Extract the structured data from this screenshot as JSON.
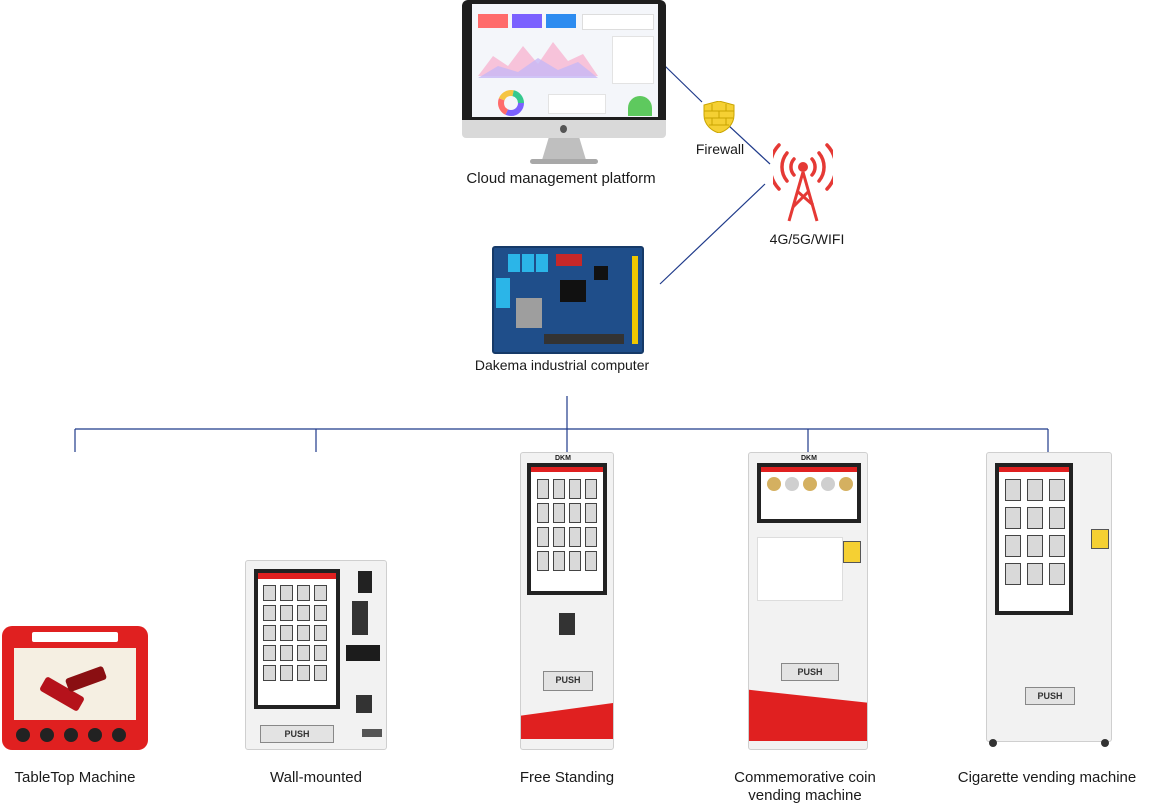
{
  "diagram": {
    "top": {
      "cloud_label": "Cloud management platform",
      "firewall_label": "Firewall",
      "network_label": "4G/5G/WIFI",
      "computer_label": "Dakema industrial computer"
    },
    "machines": [
      {
        "id": "tabletop",
        "label": "TableTop Machine"
      },
      {
        "id": "wall",
        "label": "Wall-mounted",
        "push": "PUSH"
      },
      {
        "id": "standing",
        "label": "Free Standing",
        "push": "PUSH",
        "brand": "DKM"
      },
      {
        "id": "coin",
        "label_line1": "Commemorative coin",
        "label_line2": "vending machine",
        "push": "PUSH",
        "brand": "DKM"
      },
      {
        "id": "cigarette",
        "label": "Cigarette vending machine",
        "push": "PUSH"
      }
    ]
  },
  "colors": {
    "line": "#1f3a8a",
    "accent_red": "#e02020",
    "tower": "#e53935",
    "firewall": "#f5d033"
  },
  "icons": [
    "monitor-icon",
    "firewall-shield-icon",
    "cell-tower-icon",
    "circuit-board-icon"
  ]
}
